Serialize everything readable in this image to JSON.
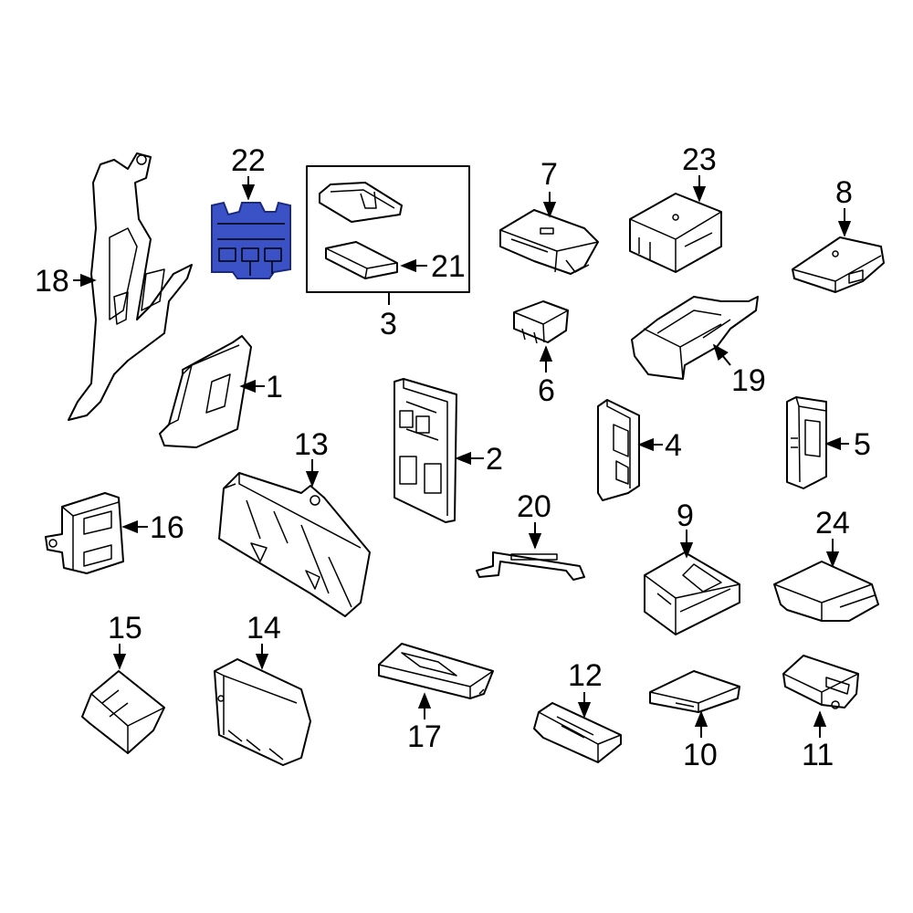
{
  "diagram": {
    "highlight_color": "#3a52c6",
    "highlighted_part": "22",
    "callouts": [
      "1",
      "2",
      "3",
      "4",
      "5",
      "6",
      "7",
      "8",
      "9",
      "10",
      "11",
      "12",
      "13",
      "14",
      "15",
      "16",
      "17",
      "18",
      "19",
      "20",
      "21",
      "22",
      "23",
      "24"
    ]
  }
}
